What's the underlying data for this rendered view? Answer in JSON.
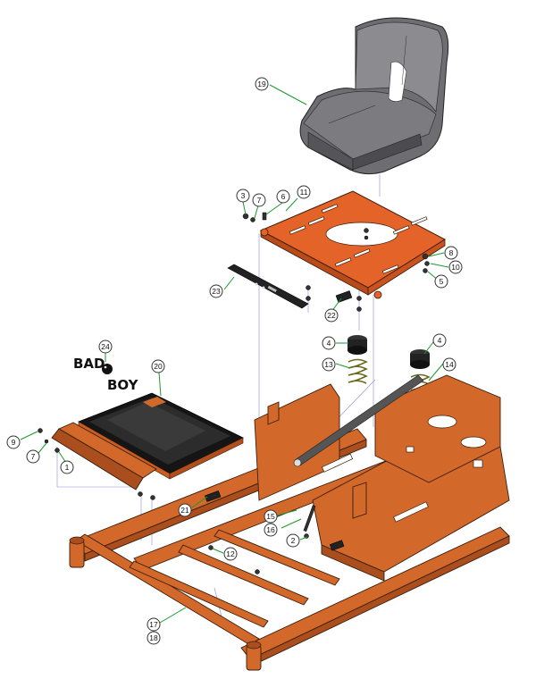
{
  "diagram": {
    "logo_line1": "BAD",
    "logo_line2": "BOY",
    "callouts": [
      {
        "id": "19",
        "label": "19"
      },
      {
        "id": "3",
        "label": "3"
      },
      {
        "id": "7a",
        "label": "7"
      },
      {
        "id": "6",
        "label": "6"
      },
      {
        "id": "11",
        "label": "11"
      },
      {
        "id": "8",
        "label": "8"
      },
      {
        "id": "10",
        "label": "10"
      },
      {
        "id": "5",
        "label": "5"
      },
      {
        "id": "23",
        "label": "23"
      },
      {
        "id": "22",
        "label": "22"
      },
      {
        "id": "4a",
        "label": "4"
      },
      {
        "id": "13",
        "label": "13"
      },
      {
        "id": "4b",
        "label": "4"
      },
      {
        "id": "14",
        "label": "14"
      },
      {
        "id": "24",
        "label": "24"
      },
      {
        "id": "20",
        "label": "20"
      },
      {
        "id": "9",
        "label": "9"
      },
      {
        "id": "7b",
        "label": "7"
      },
      {
        "id": "1",
        "label": "1"
      },
      {
        "id": "21",
        "label": "21"
      },
      {
        "id": "15",
        "label": "15"
      },
      {
        "id": "16",
        "label": "16"
      },
      {
        "id": "2",
        "label": "2"
      },
      {
        "id": "12",
        "label": "12"
      },
      {
        "id": "17",
        "label": "17"
      },
      {
        "id": "18",
        "label": "18"
      }
    ]
  }
}
